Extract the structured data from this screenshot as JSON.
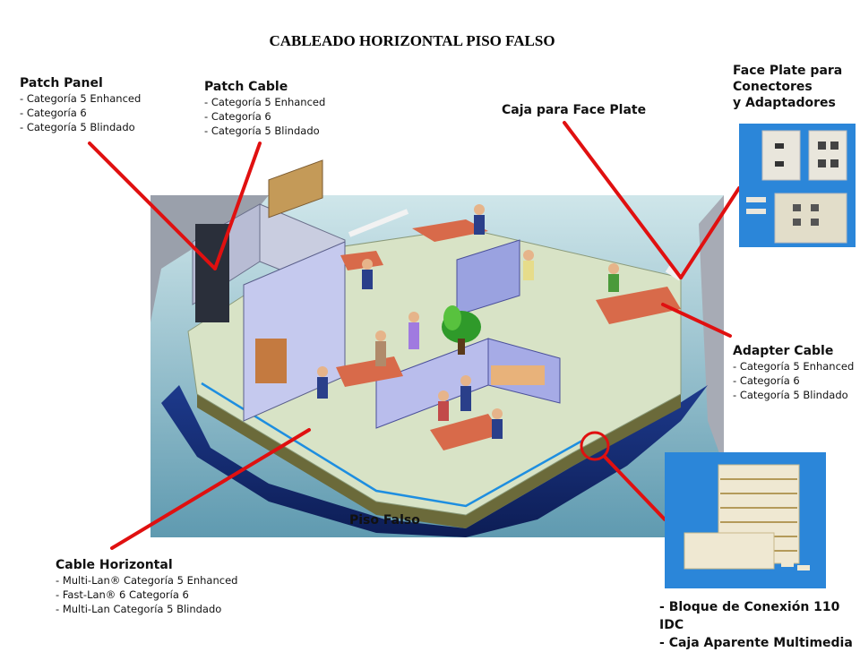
{
  "title": "CABLEADO HORIZONTAL PISO FALSO",
  "patch_panel": {
    "heading": "Patch Panel",
    "items": [
      "Categoría 5 Enhanced",
      "Categoría 6",
      "Categoría 5 Blindado"
    ]
  },
  "patch_cable": {
    "heading": "Patch Cable",
    "items": [
      "Categoría 5 Enhanced",
      "Categoría 6",
      "Categoría 5 Blindado"
    ]
  },
  "caja_face_plate": {
    "heading": "Caja para Face Plate"
  },
  "face_plate": {
    "heading_lines": [
      "Face Plate para",
      "Conectores",
      "y Adaptadores"
    ]
  },
  "adapter_cable": {
    "heading": "Adapter Cable",
    "items": [
      "Categoría 5 Enhanced",
      "Categoría 6",
      "Categoría 5 Blindado"
    ]
  },
  "piso_falso": {
    "heading": "Piso Falso"
  },
  "cable_horizontal": {
    "heading": "Cable Horizontal",
    "items": [
      "Multi-Lan® Categoría 5 Enhanced",
      "Fast-Lan® 6 Categoría 6",
      "Multi-Lan Categoría 5 Blindado"
    ]
  },
  "bloque": {
    "items": [
      "Bloque de Conexión 110 IDC",
      "Caja Aparente Multimedia"
    ]
  },
  "colors": {
    "pointer": "#e01010",
    "floor_blue": "#1a2a7a",
    "floor_top": "#d8e3c6",
    "photo_bg": "#2b86d9"
  }
}
